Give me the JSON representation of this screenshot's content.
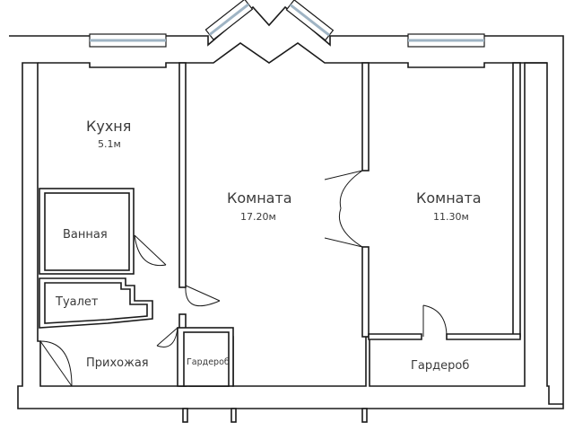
{
  "rooms": {
    "kitchen": {
      "name": "Кухня",
      "area": "5.1м"
    },
    "room1": {
      "name": "Комната",
      "area": "17.20м"
    },
    "room2": {
      "name": "Комната",
      "area": "11.30м"
    },
    "bathroom": {
      "name": "Ванная"
    },
    "toilet": {
      "name": "Туалет"
    },
    "hallway": {
      "name": "Прихожая"
    },
    "closet_small": {
      "name": "Гардероб"
    },
    "closet_large": {
      "name": "Гардероб"
    }
  },
  "colors": {
    "wall": "#1a1a1a",
    "wall_fill": "#ffffff",
    "window_glass": "#9fb4c4",
    "background": "#ffffff"
  }
}
